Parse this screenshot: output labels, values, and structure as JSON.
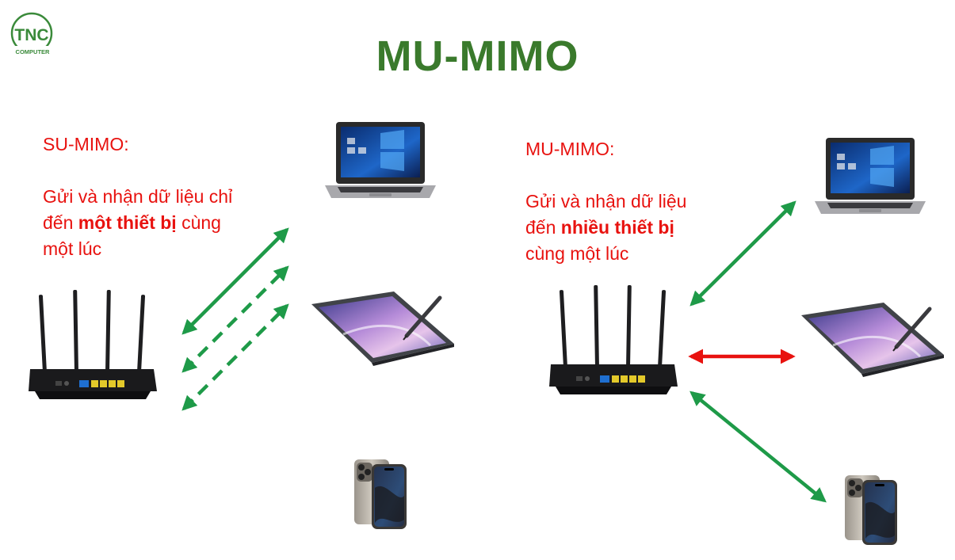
{
  "title": "MU-MIMO",
  "logo": {
    "text": "TNC",
    "subtext": "COMPUTER",
    "color": "#3a8a3a"
  },
  "su_mimo": {
    "heading": "SU-MIMO:",
    "line1": "Gửi và nhận dữ liệu chỉ",
    "line2_prefix": "đến ",
    "line2_bold": "một thiết bị",
    "line2_suffix": " cùng",
    "line3": "một lúc"
  },
  "mu_mimo": {
    "heading": "MU-MIMO:",
    "line1": "Gửi và nhận dữ liệu",
    "line2_prefix": "đến ",
    "line2_bold": "nhiều thiết bị",
    "line3": "cùng một lúc"
  },
  "colors": {
    "title": "#3a7a2c",
    "text": "#e8120f",
    "arrow_green": "#1e9a48",
    "arrow_red": "#e8120f"
  }
}
